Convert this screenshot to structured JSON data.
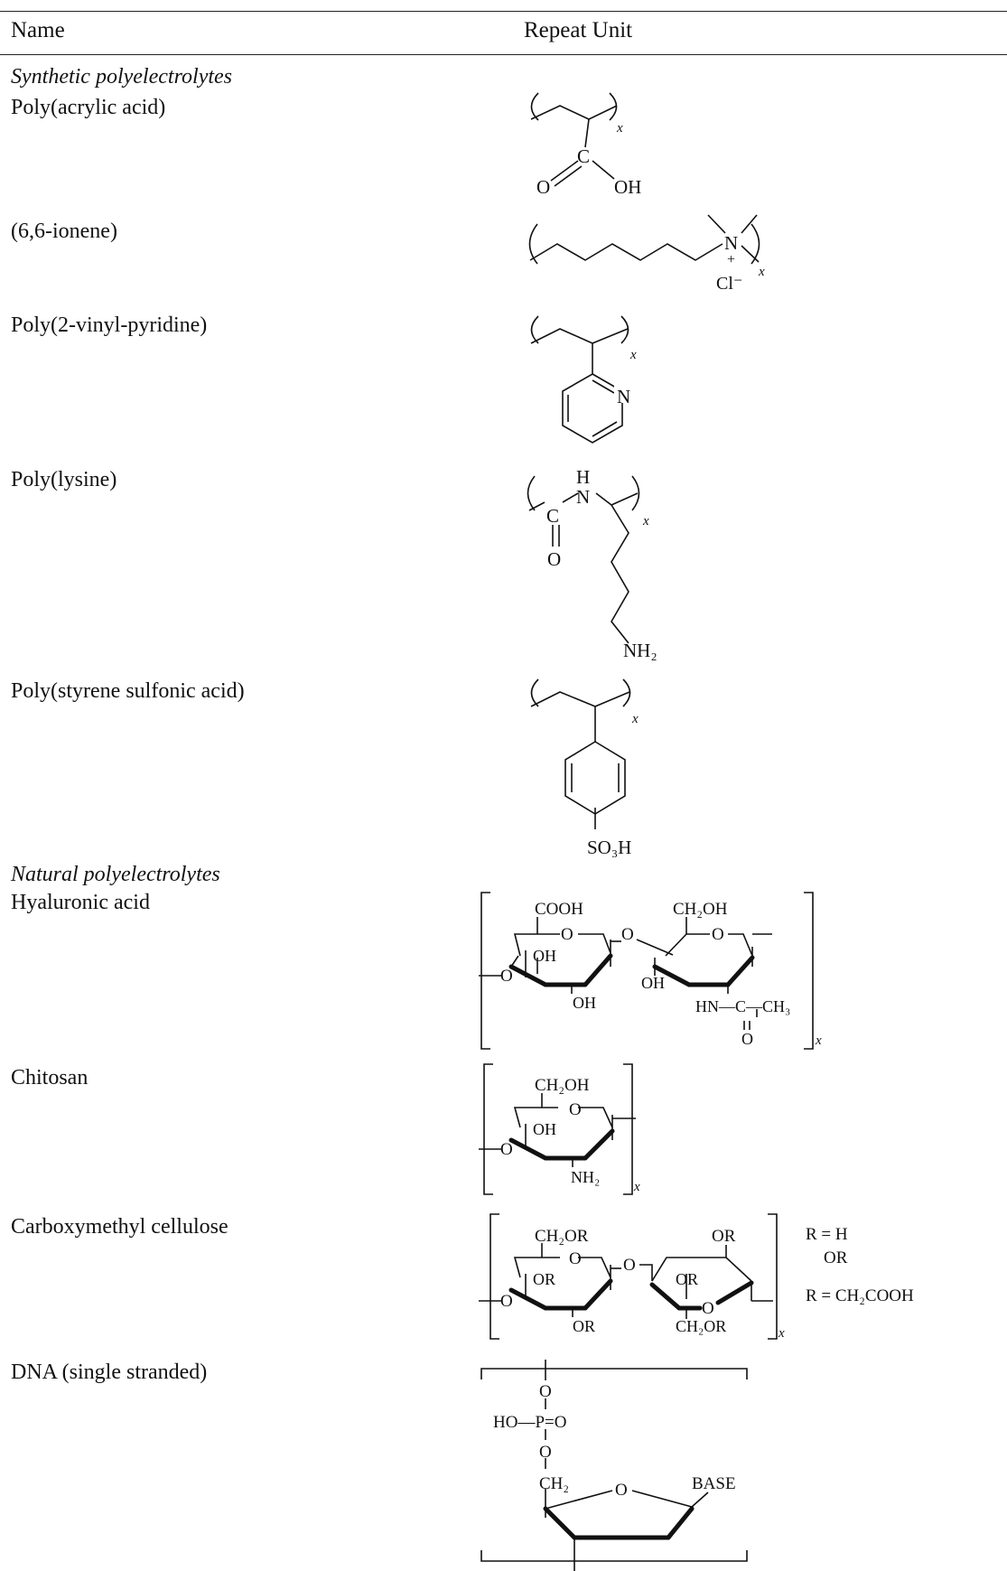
{
  "header": {
    "name_col": "Name",
    "unit_col": "Repeat Unit"
  },
  "sections": {
    "synthetic": "Synthetic polyelectrolytes",
    "natural": "Natural polyelectrolytes"
  },
  "rows": [
    {
      "name": "Poly(acrylic acid)"
    },
    {
      "name": "(6,6-ionene)"
    },
    {
      "name": "Poly(2-vinyl-pyridine)"
    },
    {
      "name": "Poly(lysine)"
    },
    {
      "name": "Poly(styrene sulfonic acid)"
    },
    {
      "name": "Hyaluronic acid"
    },
    {
      "name": "Chitosan"
    },
    {
      "name": "Carboxymethyl cellulose"
    },
    {
      "name": "DNA (single stranded)"
    }
  ],
  "chem": {
    "x": "x",
    "C": "C",
    "O": "O",
    "OH": "OH",
    "N": "N",
    "H": "H",
    "plus": "+",
    "Cl": "Cl⁻",
    "NH2": "NH₂",
    "SO3H": "SO₃H",
    "COOH": "COOH",
    "CH2OH": "CH₂OH",
    "HN_C_CH3": "HN—C—CH₃",
    "CH2OR": "CH₂OR",
    "OR": "OR",
    "R_H": "R = H",
    "R_CH2COOH": "R = CH₂COOH",
    "HO_P_O": "HO—P=O",
    "CH2": "CH₂",
    "BASE": "BASE"
  }
}
